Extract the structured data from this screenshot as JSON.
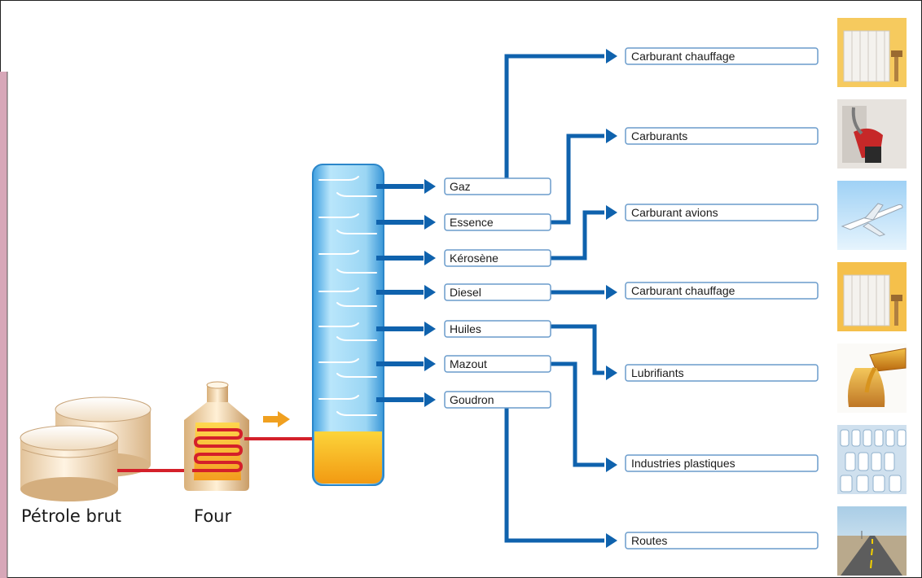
{
  "feedstock": {
    "crude_label": "Pétrole brut",
    "furnace_label": "Four"
  },
  "fractions": [
    {
      "label": "Gaz"
    },
    {
      "label": "Essence"
    },
    {
      "label": "Kérosène"
    },
    {
      "label": "Diesel"
    },
    {
      "label": "Huiles"
    },
    {
      "label": "Mazout"
    },
    {
      "label": "Goudron"
    }
  ],
  "products": [
    {
      "label": "Carburant chauffage",
      "icon": "radiator-icon"
    },
    {
      "label": "Carburants",
      "icon": "fuel-nozzle-icon"
    },
    {
      "label": "Carburant avions",
      "icon": "airplane-icon"
    },
    {
      "label": "Carburant chauffage",
      "icon": "radiator-icon"
    },
    {
      "label": "Lubrifiants",
      "icon": "oil-pour-icon"
    },
    {
      "label": "Industries plastiques",
      "icon": "plastic-bottles-icon"
    },
    {
      "label": "Routes",
      "icon": "road-icon"
    }
  ],
  "colors": {
    "arrow": "#0f62ad",
    "pipe": "#d4202a",
    "furnace_arrow": "#f0a020",
    "column": "#7fcbf2",
    "column_liquid": "#f7b51a",
    "side_band": "#d7a7b8"
  }
}
